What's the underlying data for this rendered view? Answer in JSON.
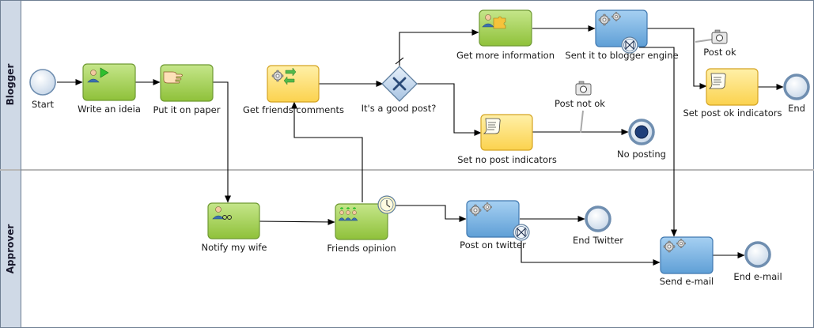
{
  "pool": {
    "lanes": [
      {
        "id": "blogger",
        "label": "Blogger"
      },
      {
        "id": "approver",
        "label": "Approver"
      }
    ]
  },
  "colors": {
    "user_task": "#94c83d",
    "script_task": "#fde06a",
    "service_task": "#6fb0e2",
    "gateway": "#c9dcf0",
    "event_stroke": "#5f7f9f",
    "lane_header": "#c9d4e3"
  },
  "nodes": {
    "start": {
      "label": "Start",
      "kind": "start-event"
    },
    "write_idea": {
      "label": "Write an ideia",
      "kind": "user-task",
      "icon": "user-play-icon"
    },
    "put_paper": {
      "label": "Put it on paper",
      "kind": "manual-task",
      "icon": "hand-icon"
    },
    "get_friends_comments": {
      "label": "Get friends comments",
      "kind": "script-task",
      "icon": "gear-exchange-icon"
    },
    "good_post": {
      "label": "It's a good post?",
      "kind": "exclusive-gateway"
    },
    "get_more_info": {
      "label": "Get more information",
      "kind": "user-task",
      "icon": "user-puzzle-icon"
    },
    "sent_blogger": {
      "label": "Sent it to blogger engine",
      "kind": "service-task",
      "icon": "gears-icon"
    },
    "set_post_ok": {
      "label": "Set post ok indicators",
      "kind": "script-task",
      "icon": "scroll-icon"
    },
    "end_blogger": {
      "label": "End",
      "kind": "end-event"
    },
    "set_no_post": {
      "label": "Set no post indicators",
      "kind": "script-task",
      "icon": "scroll-icon"
    },
    "no_posting": {
      "label": "No posting",
      "kind": "terminate-end-event"
    },
    "post_ok_note": {
      "label": "Post ok",
      "kind": "annotation",
      "icon": "camera-icon"
    },
    "post_not_ok_note": {
      "label": "Post not ok",
      "kind": "annotation",
      "icon": "camera-icon"
    },
    "notify_wife": {
      "label": "Notify my wife",
      "kind": "user-task",
      "icon": "user-glasses-icon"
    },
    "friends_opinion": {
      "label": "Friends opinion",
      "kind": "user-task",
      "icon": "group-icon"
    },
    "post_twitter": {
      "label": "Post on twitter",
      "kind": "service-task",
      "icon": "gears-icon"
    },
    "end_twitter": {
      "label": "End Twitter",
      "kind": "end-event"
    },
    "send_email": {
      "label": "Send e-mail",
      "kind": "service-task",
      "icon": "gears-icon"
    },
    "end_email": {
      "label": "End e-mail",
      "kind": "end-event"
    }
  }
}
